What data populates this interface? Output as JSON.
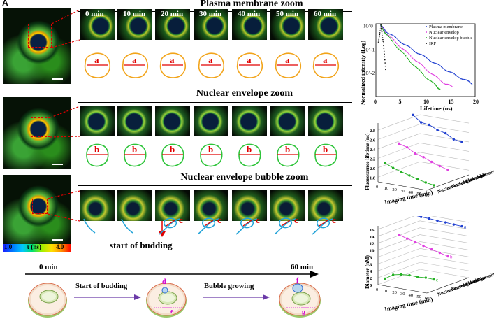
{
  "panel_label": "A",
  "rows": [
    {
      "title": "Plasma membrane zoom",
      "times": [
        "0 min",
        "10 min",
        "20 min",
        "30 min",
        "40 min",
        "50 min",
        "60 min"
      ],
      "marker": "a",
      "outline_color": "#f2a41a"
    },
    {
      "title": "Nuclear envelope zoom",
      "times": [],
      "marker": "b",
      "outline_color": "#2ec43a"
    },
    {
      "title": "Nuclear envelope bubble zoom",
      "times": [],
      "marker": "c",
      "outline_color": "#22a3d8"
    }
  ],
  "colorbar": {
    "min": "1.0",
    "label": "τ (ns)",
    "max": "4.0"
  },
  "start_of_budding_caption": "start of budding",
  "timeline": {
    "start": "0 min",
    "end": "60 min",
    "stage1": "Start of budding",
    "stage2": "Bubble growing",
    "markers": [
      "d",
      "e",
      "f",
      "g"
    ]
  },
  "chart_data": [
    {
      "type": "scatter",
      "title": "",
      "xlabel": "Lifetime (ns)",
      "ylabel": "Normalized intensity (Log)",
      "xlim": [
        0,
        20
      ],
      "xticks": [
        "0",
        "5",
        "10",
        "15",
        "20"
      ],
      "yticks": [
        "10^0",
        "10^-1",
        "10^-2"
      ],
      "yscale": "log",
      "legend": "top-right",
      "series": [
        {
          "name": "Plasma membrane",
          "color": "#1f3fd0",
          "x": [
            1,
            2,
            4,
            6,
            8,
            10,
            12,
            14,
            16,
            18,
            19.5
          ],
          "y": [
            1,
            0.6,
            0.3,
            0.15,
            0.08,
            0.045,
            0.025,
            0.014,
            0.008,
            0.005,
            0.0035
          ]
        },
        {
          "name": "Nuclear envelop",
          "color": "#e040e0",
          "x": [
            1,
            2,
            4,
            6,
            8,
            10,
            12,
            14,
            15.5
          ],
          "y": [
            1,
            0.5,
            0.2,
            0.08,
            0.035,
            0.015,
            0.007,
            0.0035,
            0.0025
          ]
        },
        {
          "name": "Nuclear envelop bubble",
          "color": "#24b024",
          "x": [
            1,
            2,
            4,
            6,
            8,
            10,
            12,
            13
          ],
          "y": [
            1,
            0.45,
            0.15,
            0.05,
            0.018,
            0.007,
            0.003,
            0.002
          ]
        },
        {
          "name": "IRF",
          "color": "#000000",
          "x": [
            0.5,
            1,
            1.5,
            2
          ],
          "y": [
            0.2,
            1,
            0.2,
            0.01
          ]
        }
      ]
    },
    {
      "type": "line",
      "ylabel": "Fluorescence lifetime (ns)",
      "xlabel": "Imaging time (min)",
      "xticks": [
        "0",
        "10",
        "20",
        "30",
        "40",
        "50",
        "60"
      ],
      "yticks": [
        "1.8",
        "2.0",
        "2.2",
        "2.4",
        "2.6",
        "2.8"
      ],
      "categories": [
        "Plasma membrane",
        "Nuclear envelope",
        "Nuclear envelope bubble"
      ],
      "series": [
        {
          "name": "Plasma membrane",
          "color": "#1f3fd0",
          "values": [
            2.85,
            2.72,
            2.7,
            2.62,
            2.58,
            2.48,
            2.45
          ]
        },
        {
          "name": "Nuclear envelope",
          "color": "#e040e0",
          "values": [
            2.35,
            2.3,
            2.2,
            2.15,
            2.08,
            2.02,
            1.97
          ]
        },
        {
          "name": "Nuclear envelope bubble",
          "color": "#24b024",
          "values": [
            2.05,
            1.97,
            1.92,
            1.87,
            1.82,
            1.78,
            1.75
          ]
        }
      ]
    },
    {
      "type": "line",
      "ylabel": "Diameter (nM)",
      "xlabel": "Imaging time (min)",
      "xticks": [
        "0",
        "10",
        "20",
        "30",
        "40",
        "50",
        "60"
      ],
      "yticks": [
        "0",
        "2",
        "4",
        "6",
        "8",
        "10",
        "12",
        "14",
        "16"
      ],
      "categories": [
        "Plasma membrane",
        "Nuclear envelope",
        "Nuclear envelop bubble"
      ],
      "series": [
        {
          "name": "a",
          "color": "#1f3fd0",
          "values": [
            16.5,
            16.3,
            16.2,
            16.0,
            15.9,
            15.7,
            15.6
          ]
        },
        {
          "name": "b",
          "color": "#e040e0",
          "values": [
            12.2,
            11.5,
            11.0,
            10.2,
            9.6,
            9.0,
            8.4
          ]
        },
        {
          "name": "c",
          "color": "#24b024",
          "values": [
            1.0,
            2.5,
            3.0,
            3.2,
            3.1,
            3.3,
            3.2
          ]
        }
      ]
    }
  ]
}
